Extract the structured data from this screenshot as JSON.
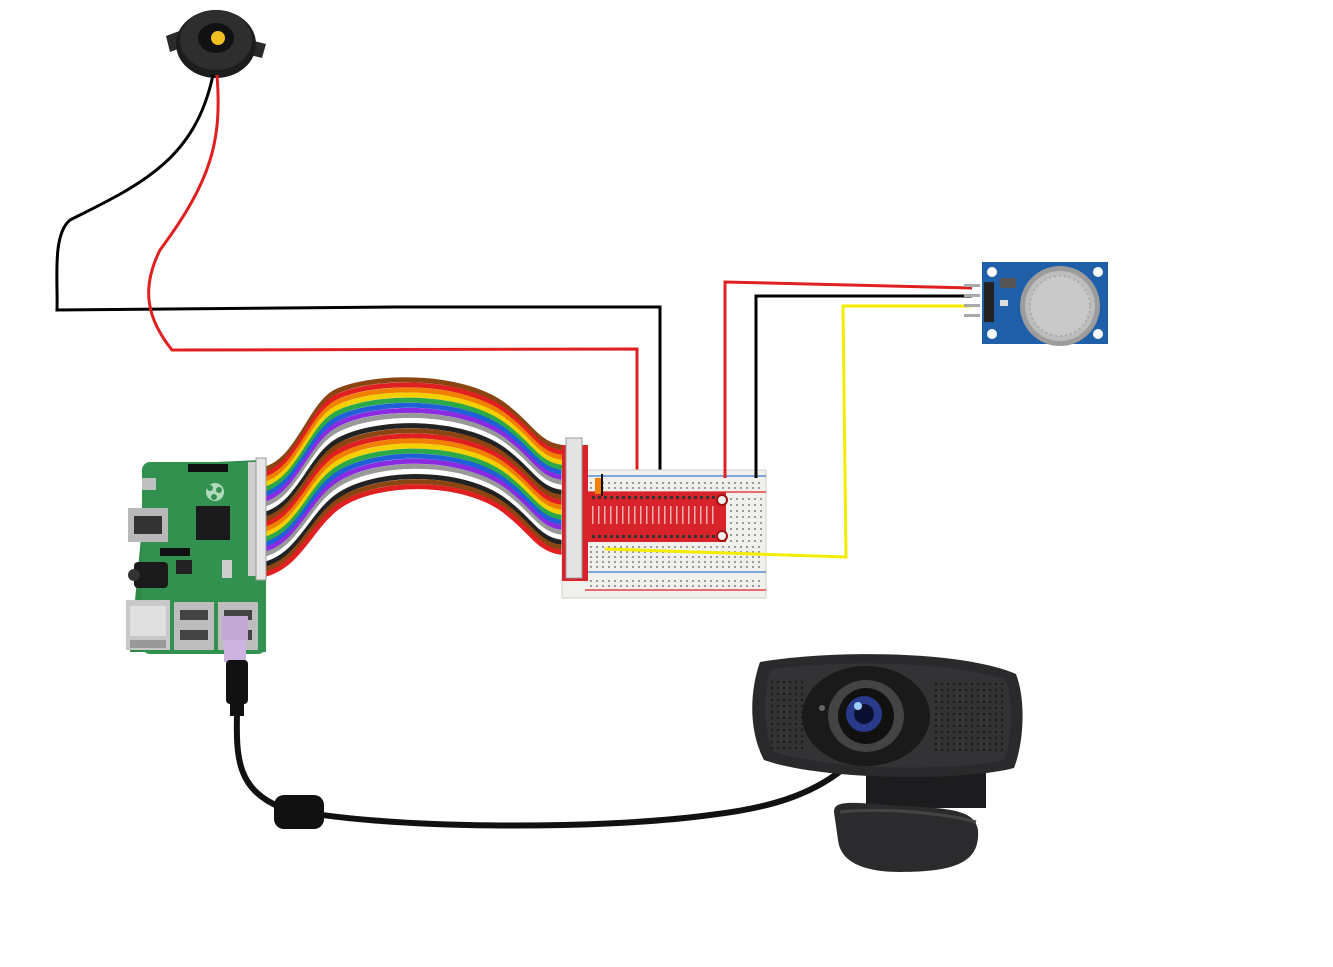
{
  "diagram": {
    "components": [
      {
        "id": "buzzer",
        "kind": "piezo-buzzer"
      },
      {
        "id": "raspberry-pi",
        "kind": "single-board-computer"
      },
      {
        "id": "ribbon-cable",
        "kind": "40-pin-rainbow-ribbon-cable"
      },
      {
        "id": "gpio-breakout",
        "kind": "t-cobbler-breakout"
      },
      {
        "id": "breadboard",
        "kind": "solderless-breadboard"
      },
      {
        "id": "gas-sensor",
        "kind": "gas-sensor-module"
      },
      {
        "id": "webcam",
        "kind": "usb-webcam"
      },
      {
        "id": "usb-cable",
        "kind": "usb-cable"
      }
    ],
    "wires": [
      {
        "id": "buzzer-black-wire",
        "color": "#000000",
        "from": "buzzer",
        "to": "breadboard"
      },
      {
        "id": "buzzer-red-wire",
        "color": "#e02020",
        "from": "buzzer",
        "to": "breadboard"
      },
      {
        "id": "sensor-red-wire",
        "color": "#e02020",
        "from": "gas-sensor",
        "to": "breadboard"
      },
      {
        "id": "sensor-black-wire",
        "color": "#000000",
        "from": "gas-sensor",
        "to": "breadboard"
      },
      {
        "id": "sensor-yellow-wire",
        "color": "#f5ec00",
        "from": "gas-sensor",
        "to": "breadboard"
      },
      {
        "id": "webcam-usb-cable",
        "color": "#111111",
        "from": "webcam",
        "to": "raspberry-pi"
      }
    ],
    "colors": {
      "pcb_green": "#2f8a4a",
      "breakout_red": "#d8232a",
      "sensor_blue": "#1f5fa8",
      "breadboard": "#f0f0ec",
      "webcam_body": "#2a2a2c"
    },
    "ribbon_colors": [
      "#8b4513",
      "#e02020",
      "#f08000",
      "#f5d000",
      "#2aa84a",
      "#1f5fd8",
      "#8a2be2",
      "#999999",
      "#ffffff",
      "#222222"
    ]
  }
}
